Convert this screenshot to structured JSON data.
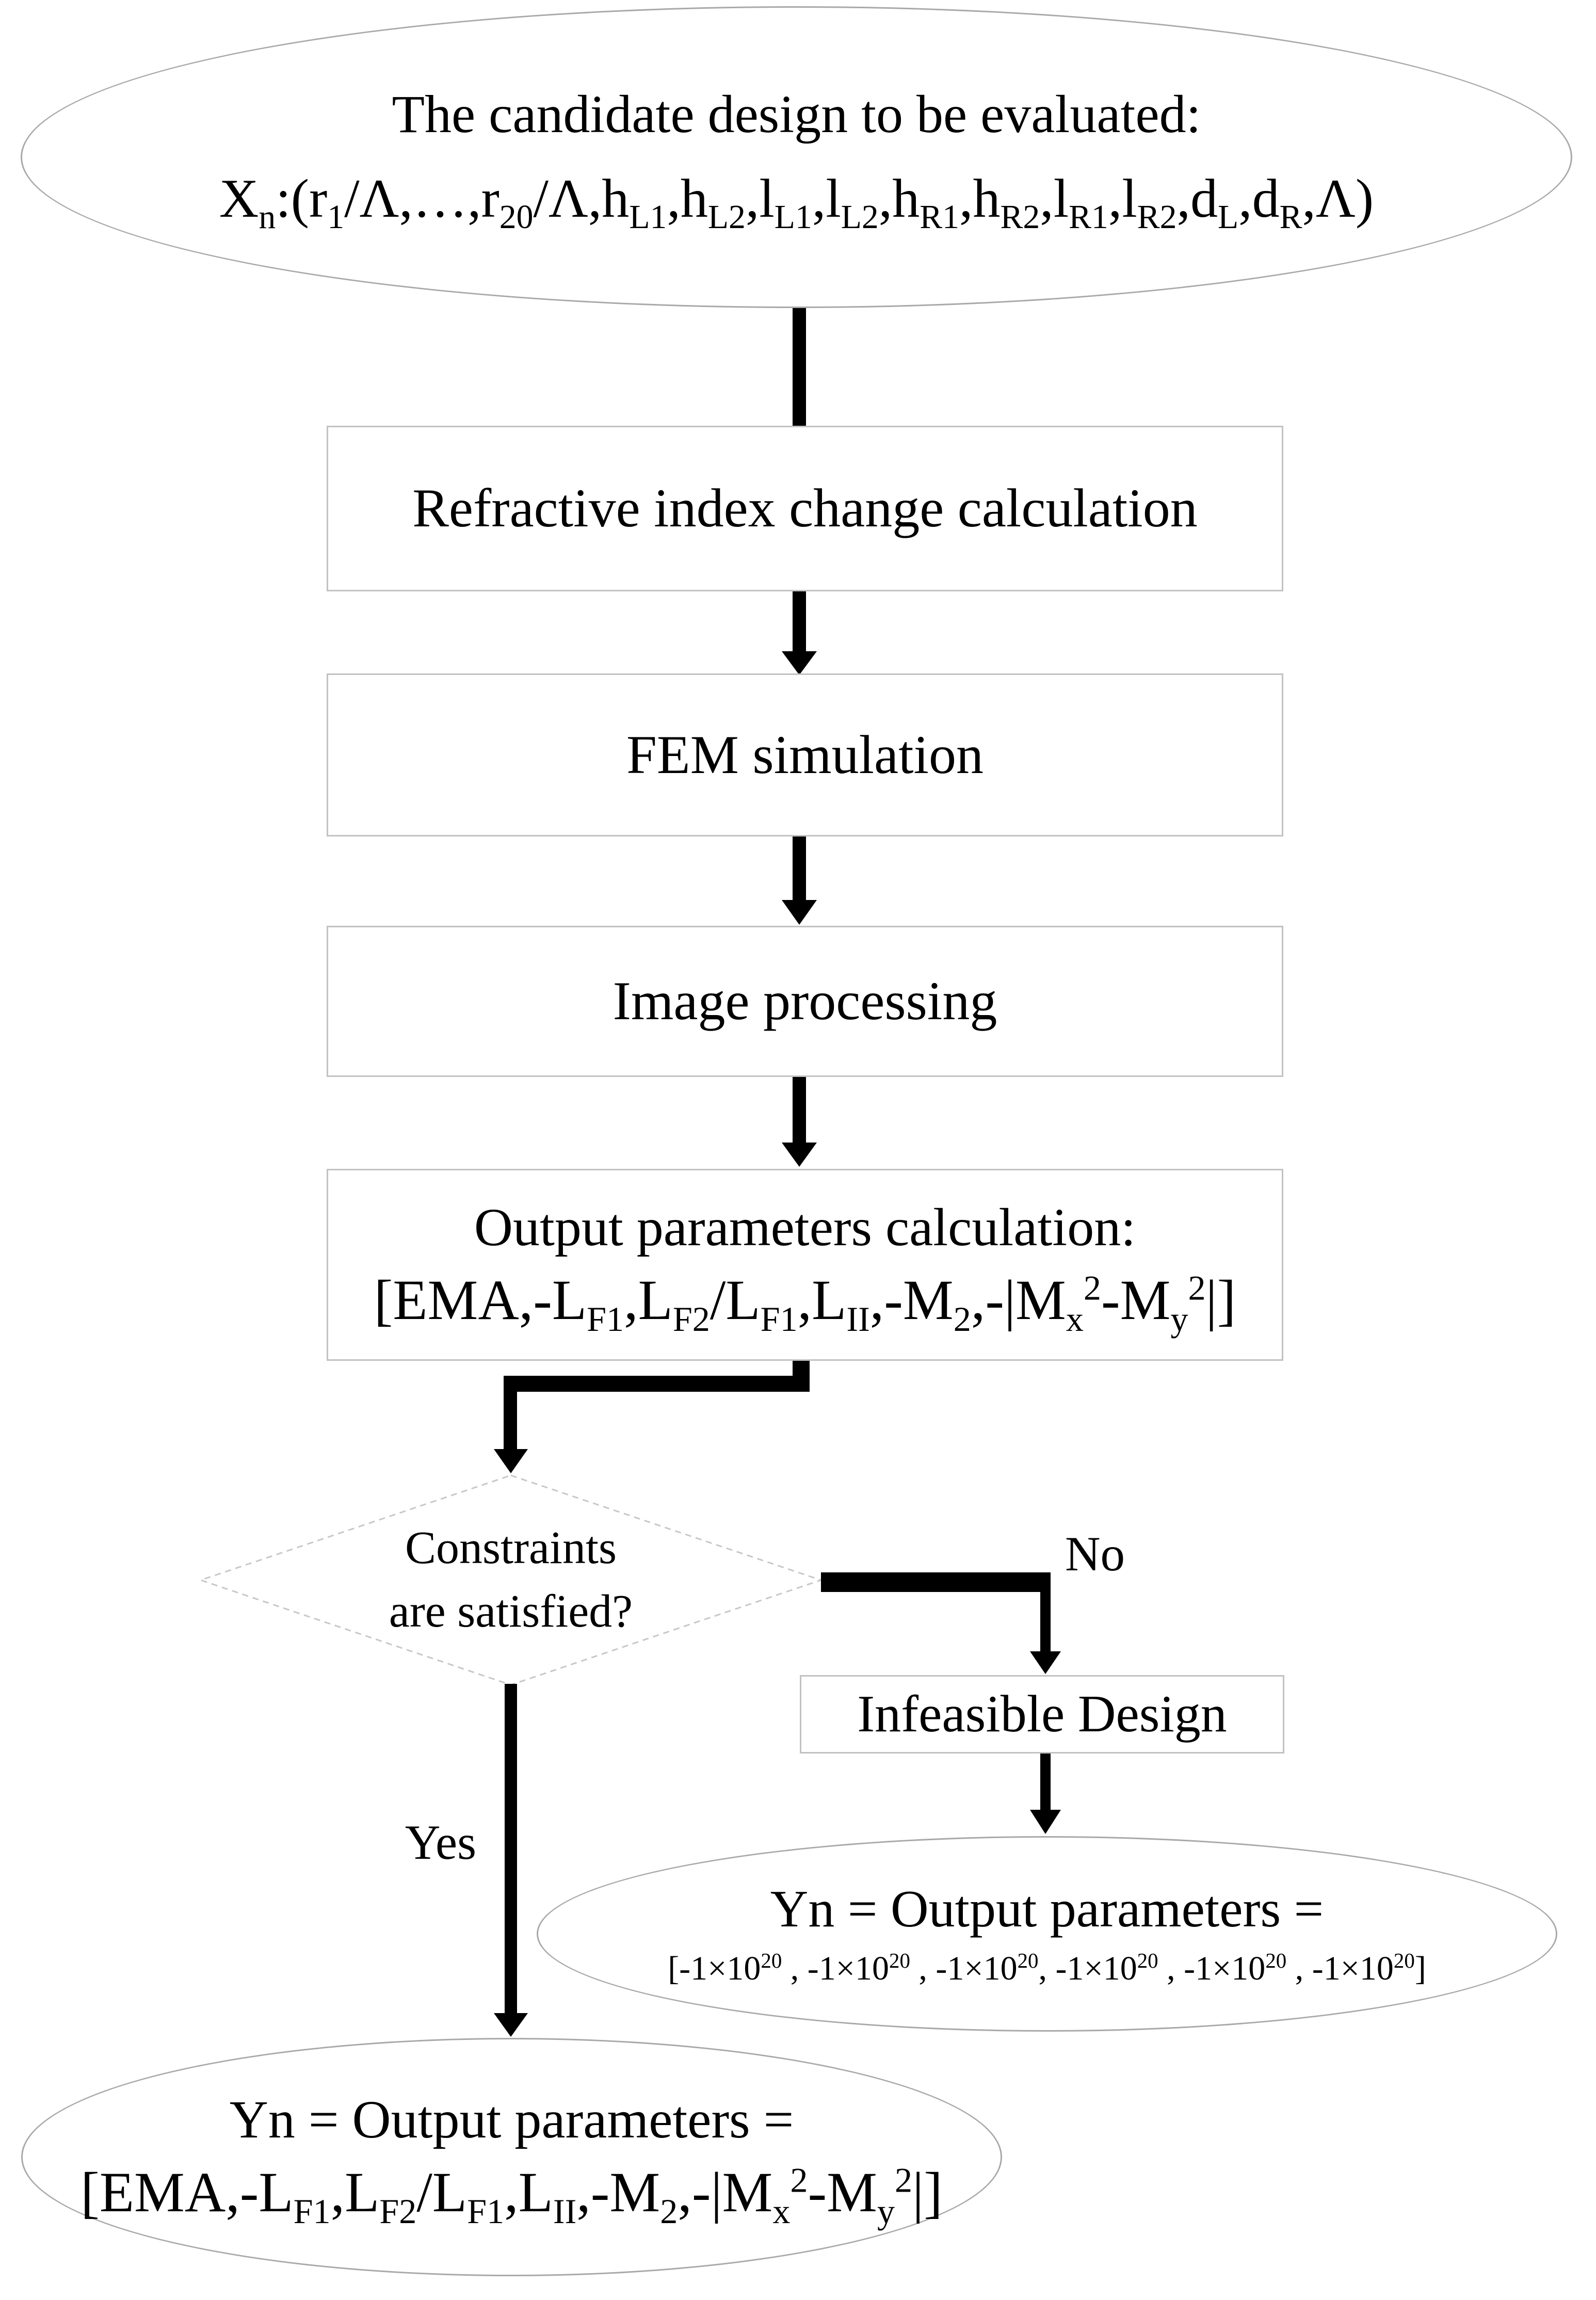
{
  "colors": {
    "background": "#ffffff",
    "box_border_gray": "#c2c2c2",
    "ellipse_border_gray": "#a9a9a9",
    "diamond_border_gray": "#c8c8c8",
    "arrow_black": "#000000",
    "text_black": "#000000"
  },
  "flowchart": {
    "start": {
      "line1": "The candidate design to be evaluated:",
      "formula_html": "X<sub>n</sub>:(r<sub>1</sub>/Λ,…,r<sub>20</sub>/Λ,h<sub>L1</sub>,h<sub>L2</sub>,l<sub>L1</sub>,l<sub>L2</sub>,h<sub>R1</sub>,h<sub>R2</sub>,l<sub>R1</sub>,l<sub>R2</sub>,d<sub>L</sub>,d<sub>R</sub>,Λ)"
    },
    "steps": {
      "refractive": "Refractive index change calculation",
      "fem": "FEM simulation",
      "image": "Image processing",
      "output_title": "Output parameters calculation:",
      "output_formula_html": "[EMA,-L<sub>F1</sub>,L<sub>F2</sub>/L<sub>F1</sub>,L<sub>II</sub>,-M<sub>2</sub>,-|M<sub>x</sub><sup>2</sup>-M<sub>y</sub><sup>2</sup>|]"
    },
    "decision": {
      "line1": "Constraints",
      "line2": "are satisfied?",
      "no_label": "No",
      "yes_label": "Yes"
    },
    "infeasible": {
      "label": "Infeasible Design"
    },
    "infeasible_result": {
      "line1": "Yn = Output parameters =",
      "formula_html": "[-1×10<sup>20</sup> , -1×10<sup>20</sup> , -1×10<sup>20</sup>, -1×10<sup>20</sup> , -1×10<sup>20</sup> , -1×10<sup>20</sup>]"
    },
    "feasible_result": {
      "line1": "Yn = Output parameters =",
      "formula_html": "[EMA,-L<sub>F1</sub>,L<sub>F2</sub>/L<sub>F1</sub>,L<sub>II</sub>,-M<sub>2</sub>,-|M<sub>x</sub><sup>2</sup>-M<sub>y</sub><sup>2</sup>|]"
    }
  }
}
